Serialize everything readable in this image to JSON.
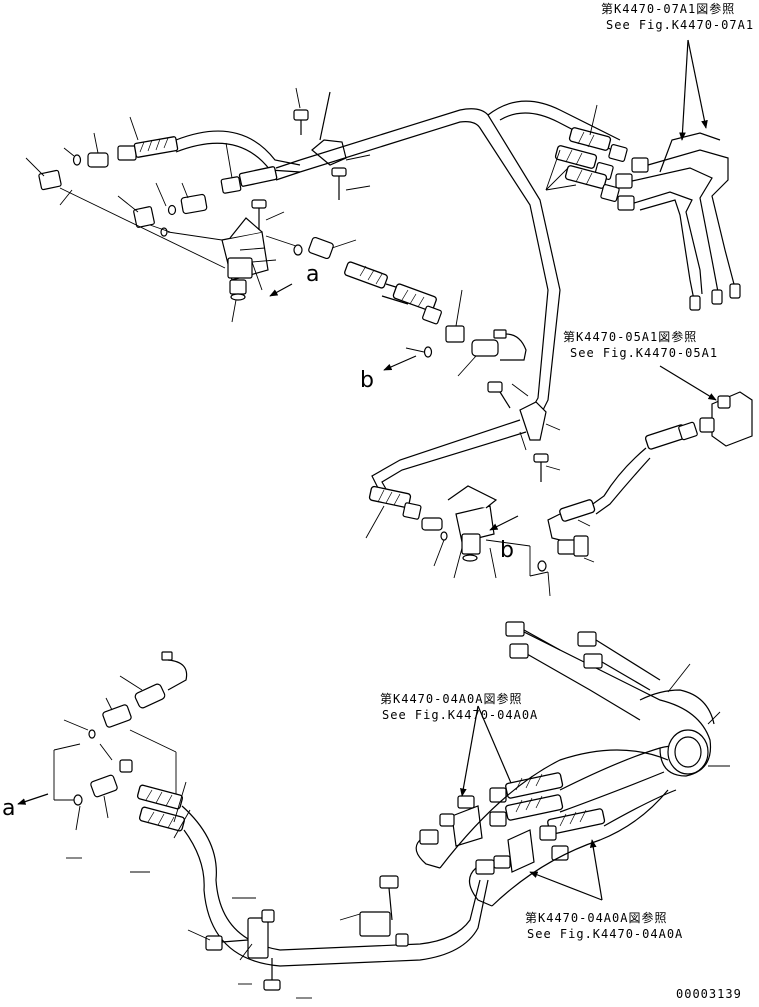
{
  "refs": {
    "k4470_07a1": {
      "jp": "第K4470-07A1図参照",
      "en": "See Fig.K4470-07A1"
    },
    "k4470_05a1": {
      "jp": "第K4470-05A1図参照",
      "en": "See Fig.K4470-05A1"
    },
    "k4470_04a0a_upper": {
      "jp": "第K4470-04A0A図参照",
      "en": "See Fig.K4470-04A0A"
    },
    "k4470_04a0a_lower": {
      "jp": "第K4470-04A0A図参照",
      "en": "See Fig.K4470-04A0A"
    }
  },
  "markers": {
    "a_top": "a",
    "a_left": "a",
    "b_left": "b",
    "b_right": "b"
  },
  "drawing_number": "00003139"
}
